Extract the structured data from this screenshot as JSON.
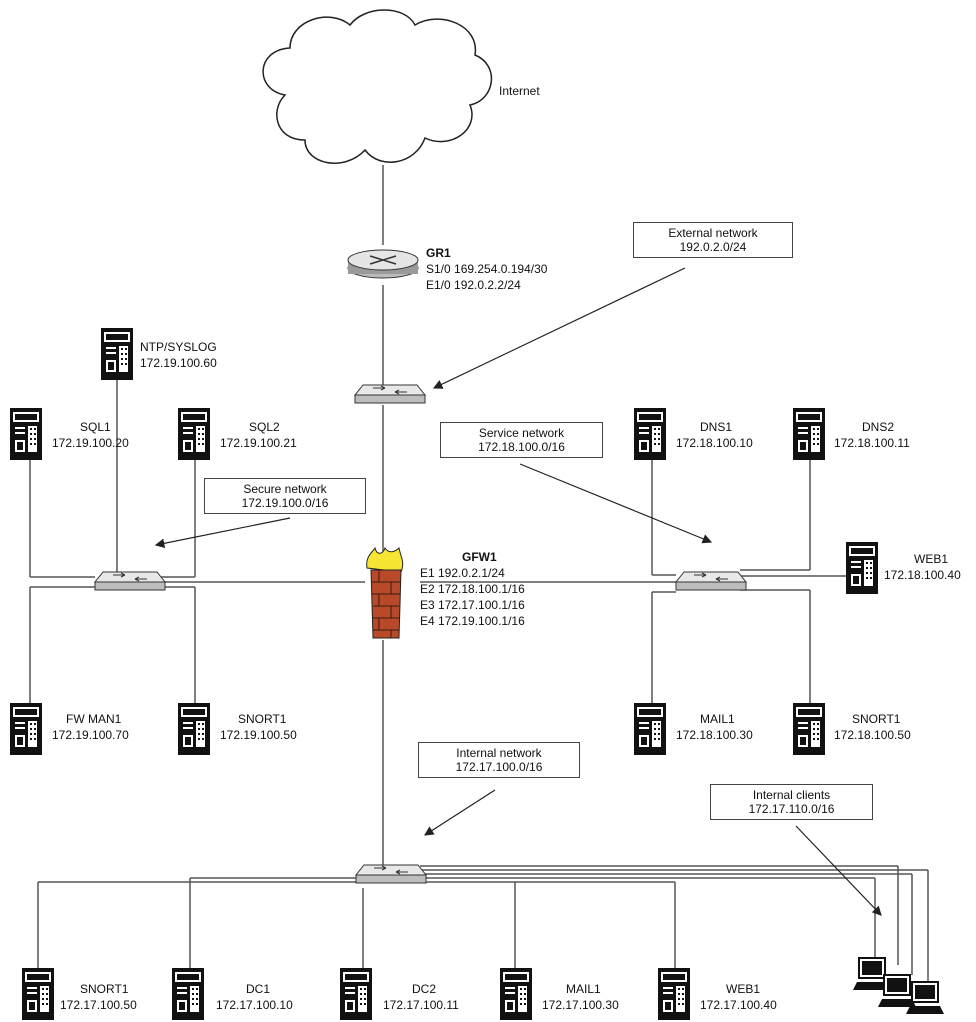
{
  "internet": {
    "label": "Internet"
  },
  "router": {
    "name": "GR1",
    "if1": "S1/0 169.254.0.194/30",
    "if2": "E1/0 192.0.2.2/24"
  },
  "firewall": {
    "name": "GFW1",
    "interfaces": [
      "E1 192.0.2.1/24",
      "E2 172.18.100.1/16",
      "E3 172.17.100.1/16",
      "E4 172.19.100.1/16"
    ]
  },
  "networks": {
    "external": {
      "title": "External network",
      "cidr": "192.0.2.0/24"
    },
    "service": {
      "title": "Service network",
      "cidr": "172.18.100.0/16"
    },
    "secure": {
      "title": "Secure network",
      "cidr": "172.19.100.0/16"
    },
    "internal": {
      "title": "Internal network",
      "cidr": "172.17.100.0/16"
    },
    "clients": {
      "title": "Internal clients",
      "cidr": "172.17.110.0/16"
    }
  },
  "servers": {
    "ntp": {
      "name": "NTP/SYSLOG",
      "ip": "172.19.100.60"
    },
    "sql1": {
      "name": "SQL1",
      "ip": "172.19.100.20"
    },
    "sql2": {
      "name": "SQL2",
      "ip": "172.19.100.21"
    },
    "fwman1": {
      "name": "FW MAN1",
      "ip": "172.19.100.70"
    },
    "snort_sec": {
      "name": "SNORT1",
      "ip": "172.19.100.50"
    },
    "dns1": {
      "name": "DNS1",
      "ip": "172.18.100.10"
    },
    "dns2": {
      "name": "DNS2",
      "ip": "172.18.100.11"
    },
    "web_svc": {
      "name": "WEB1",
      "ip": "172.18.100.40"
    },
    "mail_svc": {
      "name": "MAIL1",
      "ip": "172.18.100.30"
    },
    "snort_svc": {
      "name": "SNORT1",
      "ip": "172.18.100.50"
    },
    "snort_int": {
      "name": "SNORT1",
      "ip": "172.17.100.50"
    },
    "dc1": {
      "name": "DC1",
      "ip": "172.17.100.10"
    },
    "dc2": {
      "name": "DC2",
      "ip": "172.17.100.11"
    },
    "mail_int": {
      "name": "MAIL1",
      "ip": "172.17.100.30"
    },
    "web_int": {
      "name": "WEB1",
      "ip": "172.17.100.40"
    }
  }
}
